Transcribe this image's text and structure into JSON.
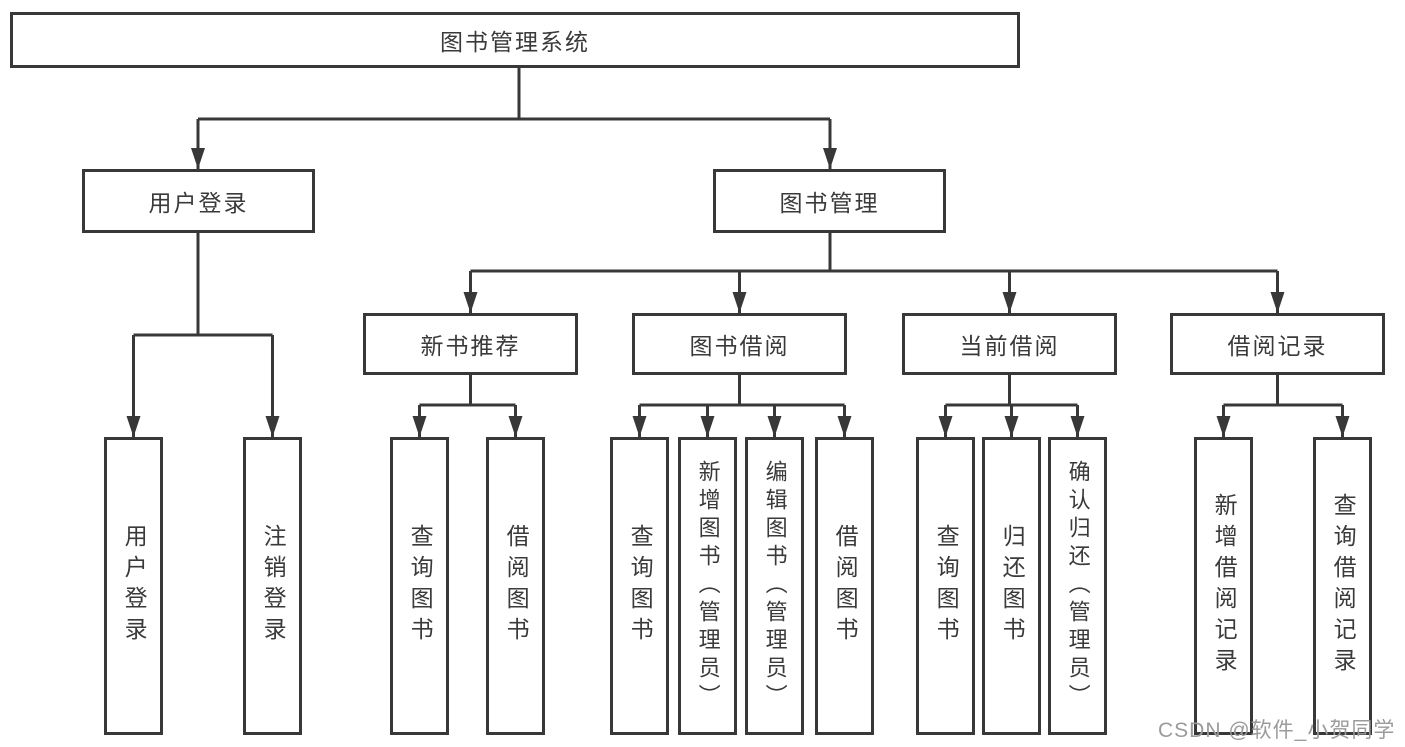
{
  "diagram": {
    "tree": {
      "label": "图书管理系统",
      "children": [
        {
          "label": "用户登录",
          "children": [
            {
              "label": "用户登录"
            },
            {
              "label": "注销登录"
            }
          ]
        },
        {
          "label": "图书管理",
          "children": [
            {
              "label": "新书推荐",
              "children": [
                {
                  "label": "查询图书"
                },
                {
                  "label": "借阅图书"
                }
              ]
            },
            {
              "label": "图书借阅",
              "children": [
                {
                  "label": "查询图书"
                },
                {
                  "label": "新增图书（管理员）"
                },
                {
                  "label": "编辑图书（管理员）"
                },
                {
                  "label": "借阅图书"
                }
              ]
            },
            {
              "label": "当前借阅",
              "children": [
                {
                  "label": "查询图书"
                },
                {
                  "label": "归还图书"
                },
                {
                  "label": "确认归还（管理员）"
                }
              ]
            },
            {
              "label": "借阅记录",
              "children": [
                {
                  "label": "新增借阅记录"
                },
                {
                  "label": "查询借阅记录"
                }
              ]
            }
          ]
        }
      ]
    }
  },
  "colors": {
    "line": "#383838",
    "box_border": "#383838",
    "text": "#3a3a3a",
    "watermark": "#9b9b9b",
    "background": "#ffffff"
  },
  "watermark": {
    "text": "CSDN @软件_小贺同学"
  }
}
